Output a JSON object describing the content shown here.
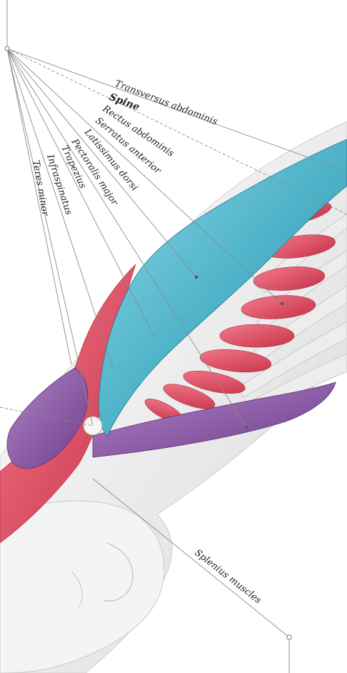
{
  "labels": {
    "transversus": "Transversus abdominis",
    "spine": "Spine",
    "rectus": "Rectus abdominis",
    "serratus": "Serratus anterior",
    "latissimus": "Latissimus dorsi",
    "pectoralis": "Pectoralis major",
    "trapezius": "Trapezius",
    "infraspinatus": "Infraspinatus",
    "teres": "Teres minor",
    "splenius": "Splenius muscles"
  },
  "colors": {
    "muscle_blue": "#5ab8cc",
    "muscle_red": "#e0465c",
    "muscle_purple": "#8e5aa6",
    "bone": "#ececec",
    "skin": "#f3f3f3",
    "leader": "#8a8a8a"
  }
}
